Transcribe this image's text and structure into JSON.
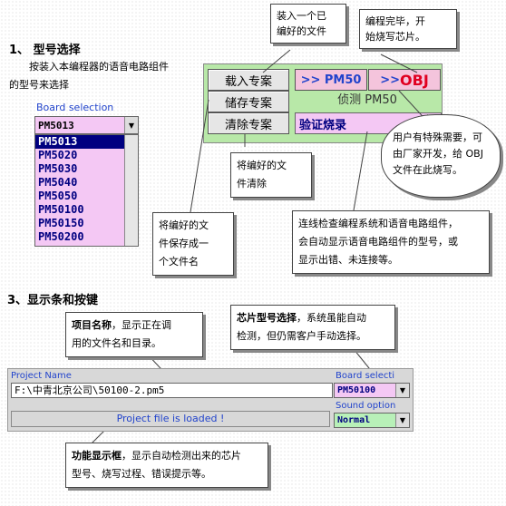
{
  "section1": {
    "heading": "1、 型号选择",
    "desc_line1": "按装入本编程器的语音电路组件",
    "desc_line2": "的型号来选择"
  },
  "board_selection": {
    "label": "Board selection",
    "selected": "PM5013",
    "options": [
      "PM5013",
      "PM5020",
      "PM5030",
      "PM5040",
      "PM5050",
      "PM50100",
      "PM50150",
      "PM50200"
    ]
  },
  "panel": {
    "load_button": "载入专案",
    "save_button": "储存专案",
    "clear_button": "清除专案",
    "pm50_button": ">> PM50",
    "obj_button_prefix": ">> ",
    "obj_button_strong": "OBJ",
    "detect_label": "侦测 PM50",
    "verify_burn": "验证烧录"
  },
  "callouts": {
    "load_line1": "装入一个已",
    "load_line2": "编好的文件",
    "done_line1": "编程完毕，开",
    "done_line2": "始烧写芯片。",
    "obj_line1": "用户有特殊需要，可",
    "obj_line2": "由厂家开发，给 OBJ",
    "obj_line3": "文件在此烧写。",
    "clear_line1": "将编好的文",
    "clear_line2": "件清除",
    "save_line1": "将编好的文",
    "save_line2": "件保存成一",
    "save_line3": "个文件名",
    "detect_line1": "连线检查编程系统和语音电路组件，",
    "detect_line2": "会自动显示语音电路组件的型号，或",
    "detect_line3": "显示出错、未连接等。",
    "project_bold": "项目名称",
    "project_rest1": "，显示正在调",
    "project_line2": "用的文件名和目录。",
    "chip_bold": "芯片型号选择",
    "chip_rest1": "，系统虽能自动",
    "chip_line2": "检测，但仍需客户手动选择。",
    "func_bold": "功能显示框",
    "func_rest1": "，显示自动检测出来的芯片",
    "func_line2": "型号、烧写过程、错误提示等。"
  },
  "section3": {
    "heading": "3、显示条和按键"
  },
  "bottom_panel": {
    "project_name_label": "Project Name",
    "project_name_value": "F:\\中青北京公司\\50100-2.pm5",
    "board_label": "Board selecti",
    "board_value": "PM50100",
    "sound_label": "Sound option",
    "sound_value": "Normal",
    "status_text": "Project file is loaded !"
  },
  "colors": {
    "accent_blue": "#2244cc",
    "navy": "#000080",
    "pink": "#f4c8f4",
    "green": "#b8e8a8"
  }
}
